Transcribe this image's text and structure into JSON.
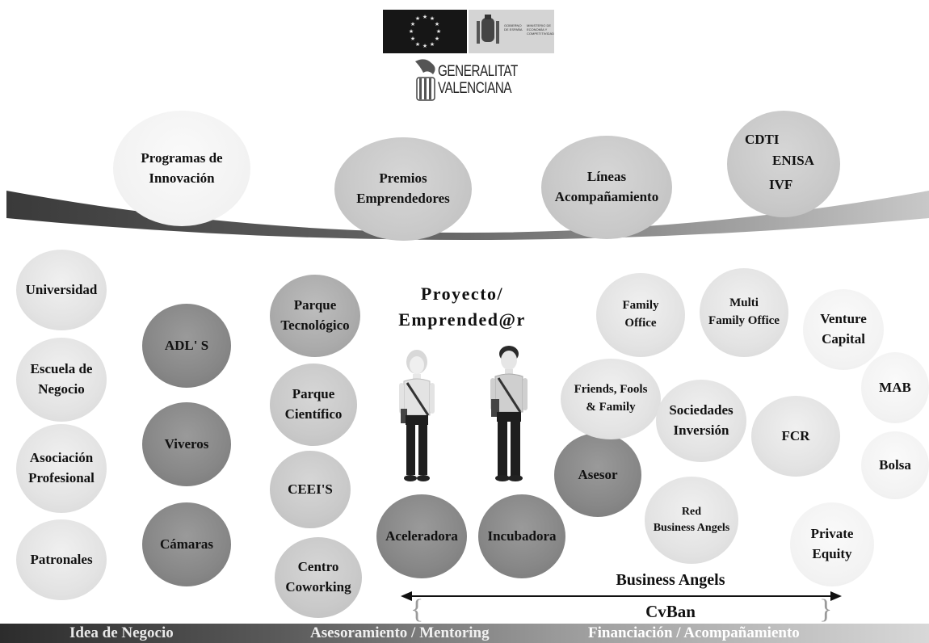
{
  "header": {
    "eu_logo": "eu-flag",
    "gov_logo": "gobierno-de-espana",
    "gov_text_1": "GOBIERNO DE ESPAÑA",
    "gov_text_2": "MINISTERIO DE ECONOMÍA Y COMPETITIVIDAD",
    "gv_line1": "GENERALITAT",
    "gv_line2": "VALENCIANA"
  },
  "top_bubbles": {
    "programas": "Programas de\nInnovación",
    "premios": "Premios\nEmprendedores",
    "lineas": "Líneas\nAcompañamiento",
    "cdti": "CDTI",
    "enisa": "ENISA",
    "ivf": "IVF"
  },
  "left_bubbles": {
    "universidad": "Universidad",
    "escuela": "Escuela de\nNegocio",
    "asociacion": "Asociación\nProfesional",
    "patronales": "Patronales",
    "adls": "ADL' S",
    "viveros": "Viveros",
    "camaras": "Cámaras",
    "parque_tec": "Parque\nTecnológico",
    "parque_cien": "Parque\nCientífico",
    "ceeis": "CEEI'S",
    "coworking": "Centro\nCoworking"
  },
  "center": {
    "title": "Proyecto/\nEmprended@r",
    "aceleradora": "Aceleradora",
    "incubadora": "Incubadora",
    "asesor": "Asesor"
  },
  "right_bubbles": {
    "family_office": "Family\nOffice",
    "multi_family": "Multi\nFamily Office",
    "venture": "Venture\nCapital",
    "friends": "Friends, Fools\n& Family",
    "sociedades": "Sociedades\nInversión",
    "fcr": "FCR",
    "mab": "MAB",
    "bolsa": "Bolsa",
    "red_ba": "Red\nBusiness Angels",
    "private_equity": "Private\nEquity"
  },
  "bottom": {
    "business_angels": "Business Angels",
    "cvban": "CvBan"
  },
  "footer": {
    "idea": "Idea de Negocio",
    "asesoramiento": "Asesoramiento / Mentoring",
    "financiacion": "Financiación / Acompañamiento"
  },
  "colors": {
    "light": "#e3e3e3",
    "mid": "#c9c9c9",
    "dark": "#878787",
    "band": "#4a4a4a"
  }
}
